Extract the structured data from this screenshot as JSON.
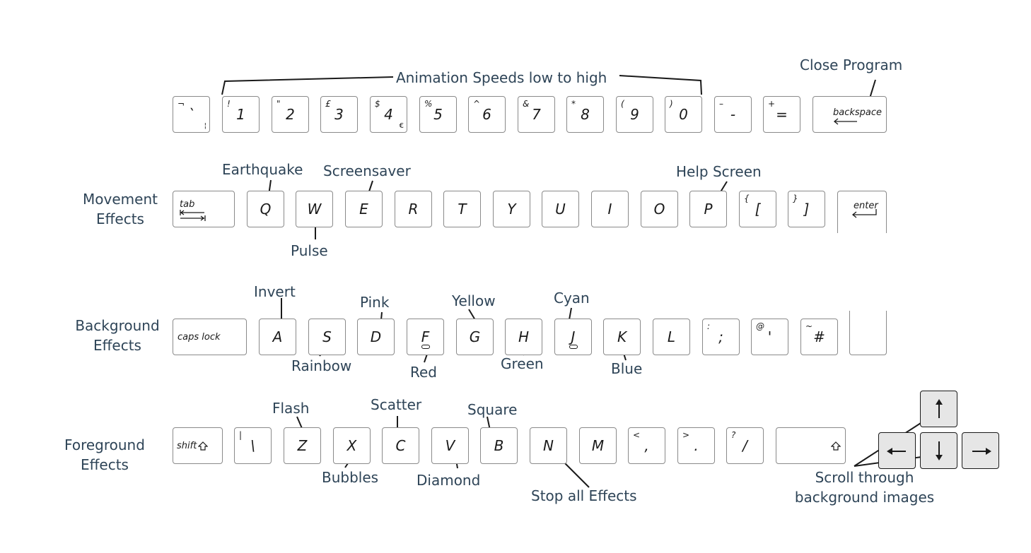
{
  "rows": {
    "numbers": [
      {
        "main": "`",
        "top": "¬",
        "extra": "¦"
      },
      {
        "main": "1",
        "top": "!"
      },
      {
        "main": "2",
        "top": "\""
      },
      {
        "main": "3",
        "top": "£"
      },
      {
        "main": "4",
        "top": "$",
        "extra": "€"
      },
      {
        "main": "5",
        "top": "%"
      },
      {
        "main": "6",
        "top": "^"
      },
      {
        "main": "7",
        "top": "&"
      },
      {
        "main": "8",
        "top": "*"
      },
      {
        "main": "9",
        "top": "("
      },
      {
        "main": "0",
        "top": ")"
      },
      {
        "main": "-",
        "top": "–"
      },
      {
        "main": "=",
        "top": "+"
      },
      {
        "word": "backspace"
      }
    ],
    "qwerty": [
      {
        "word": "tab"
      },
      {
        "main": "Q"
      },
      {
        "main": "W"
      },
      {
        "main": "E"
      },
      {
        "main": "R"
      },
      {
        "main": "T"
      },
      {
        "main": "Y"
      },
      {
        "main": "U"
      },
      {
        "main": "I"
      },
      {
        "main": "O"
      },
      {
        "main": "P"
      },
      {
        "main": "[",
        "top": "{"
      },
      {
        "main": "]",
        "top": "}"
      },
      {
        "word": "enter"
      }
    ],
    "home": [
      {
        "word": "caps lock"
      },
      {
        "main": "A"
      },
      {
        "main": "S"
      },
      {
        "main": "D"
      },
      {
        "main": "F"
      },
      {
        "main": "G"
      },
      {
        "main": "H"
      },
      {
        "main": "J"
      },
      {
        "main": "K"
      },
      {
        "main": "L"
      },
      {
        "main": ";",
        "top": ":"
      },
      {
        "main": "'",
        "top": "@"
      },
      {
        "main": "#",
        "top": "~"
      }
    ],
    "bottom": [
      {
        "word": "shift"
      },
      {
        "main": "\\",
        "top": "|"
      },
      {
        "main": "Z"
      },
      {
        "main": "X"
      },
      {
        "main": "C"
      },
      {
        "main": "V"
      },
      {
        "main": "B"
      },
      {
        "main": "N"
      },
      {
        "main": "M"
      },
      {
        "main": ",",
        "top": "<"
      },
      {
        "main": ".",
        "top": ">"
      },
      {
        "main": "/",
        "top": "?"
      }
    ]
  },
  "row_labels": {
    "movement": [
      "Movement",
      "Effects"
    ],
    "background": [
      "Background",
      "Effects"
    ],
    "foreground": [
      "Foreground",
      "Effects"
    ]
  },
  "labels": {
    "speeds": "Animation Speeds low to high",
    "close": "Close Program",
    "earthquake": "Earthquake",
    "screensaver": "Screensaver",
    "help": "Help Screen",
    "pulse": "Pulse",
    "invert": "Invert",
    "pink": "Pink",
    "yellow": "Yellow",
    "cyan": "Cyan",
    "rainbow": "Rainbow",
    "red": "Red",
    "green": "Green",
    "blue": "Blue",
    "flash": "Flash",
    "scatter": "Scatter",
    "square": "Square",
    "bubbles": "Bubbles",
    "diamond": "Diamond",
    "stop": "Stop all Effects",
    "scroll": [
      "Scroll through",
      "background images"
    ]
  },
  "colors": {
    "label_text": "#2e4457",
    "key_border": "#8a8a8a",
    "arrow_key_fill": "#e6e6e6"
  },
  "icons": {
    "arrow_up": "up-arrow-icon",
    "arrow_left": "left-arrow-icon",
    "arrow_down": "down-arrow-icon",
    "arrow_right": "right-arrow-icon",
    "shift": "shift-icon",
    "tab": "tab-icon",
    "return": "return-icon"
  }
}
